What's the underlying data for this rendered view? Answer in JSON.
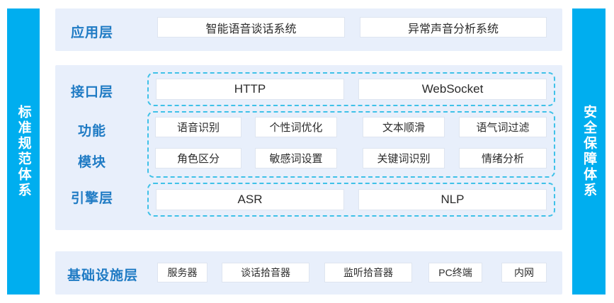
{
  "sidebars": {
    "left": {
      "label": "标准规范体系",
      "color": "#00AEEF"
    },
    "right": {
      "label": "安全保障体系",
      "color": "#00AEEF"
    }
  },
  "theme": {
    "panel_background": "#E8EFFB",
    "label_color": "#1F7BC4",
    "dashed_border_color": "#3FC1E8",
    "box_background": "#FFFFFF",
    "page_background": "#FFFFFF"
  },
  "layers": {
    "application": {
      "label": "应用层",
      "items": [
        {
          "label": "智能语音谈话系统"
        },
        {
          "label": "异常声音分析系统"
        }
      ]
    },
    "interface": {
      "label": "接口层",
      "items": [
        {
          "label": "HTTP"
        },
        {
          "label": "WebSocket"
        }
      ]
    },
    "function_module": {
      "label_line1": "功能",
      "label_line2": "模块",
      "rows": [
        [
          {
            "label": "语音识别"
          },
          {
            "label": "个性词优化"
          },
          {
            "label": "文本顺滑"
          },
          {
            "label": "语气词过滤"
          }
        ],
        [
          {
            "label": "角色区分"
          },
          {
            "label": "敏感词设置"
          },
          {
            "label": "关键词识别"
          },
          {
            "label": "情绪分析"
          }
        ]
      ]
    },
    "engine": {
      "label": "引擎层",
      "items": [
        {
          "label": "ASR"
        },
        {
          "label": "NLP"
        }
      ]
    },
    "infrastructure": {
      "label": "基础设施层",
      "items": [
        {
          "label": "服务器"
        },
        {
          "label": "谈话拾音器"
        },
        {
          "label": "监听拾音器"
        },
        {
          "label": "PC终端"
        },
        {
          "label": "内网"
        }
      ]
    }
  }
}
